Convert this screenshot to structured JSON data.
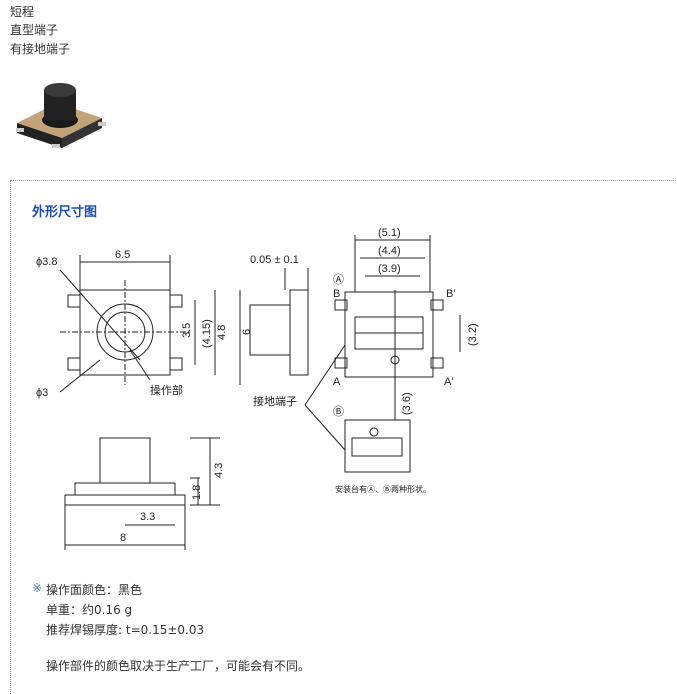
{
  "features": [
    "短程",
    "直型端子",
    "有接地端子"
  ],
  "section_title": "外形尺寸图",
  "dims": {
    "phi38": "ϕ3.8",
    "w65": "6.5",
    "h35": "3.5",
    "h415": "(4.15)",
    "h48": "4.8",
    "h6": "6",
    "phi3": "ϕ3",
    "op": "操作部",
    "t005": "0.05 ± 0.1",
    "d51": "(5.1)",
    "d44": "(4.4)",
    "d39": "(3.9)",
    "d32": "(3.2)",
    "d36": "(3.6)",
    "A": "A",
    "Ap": "A'",
    "B": "B",
    "Bp": "B'",
    "circA": "Ⓐ",
    "circB": "Ⓑ",
    "gnd": "接地端子",
    "mount": "安装台有Ⓐ、Ⓑ两种形状。",
    "h43": "4.3",
    "h18": "1.8",
    "w33": "3.3",
    "w8": "8"
  },
  "notes": {
    "mark": "※",
    "color": "操作面颜色：黑色",
    "weight": "单重：约0.16 g",
    "solder": "推荐焊锡厚度: t=0.15±0.03",
    "remark": "操作部件的颜色取决于生产工厂，可能会有不同。"
  },
  "colors": {
    "title": "#1a4fb0"
  }
}
